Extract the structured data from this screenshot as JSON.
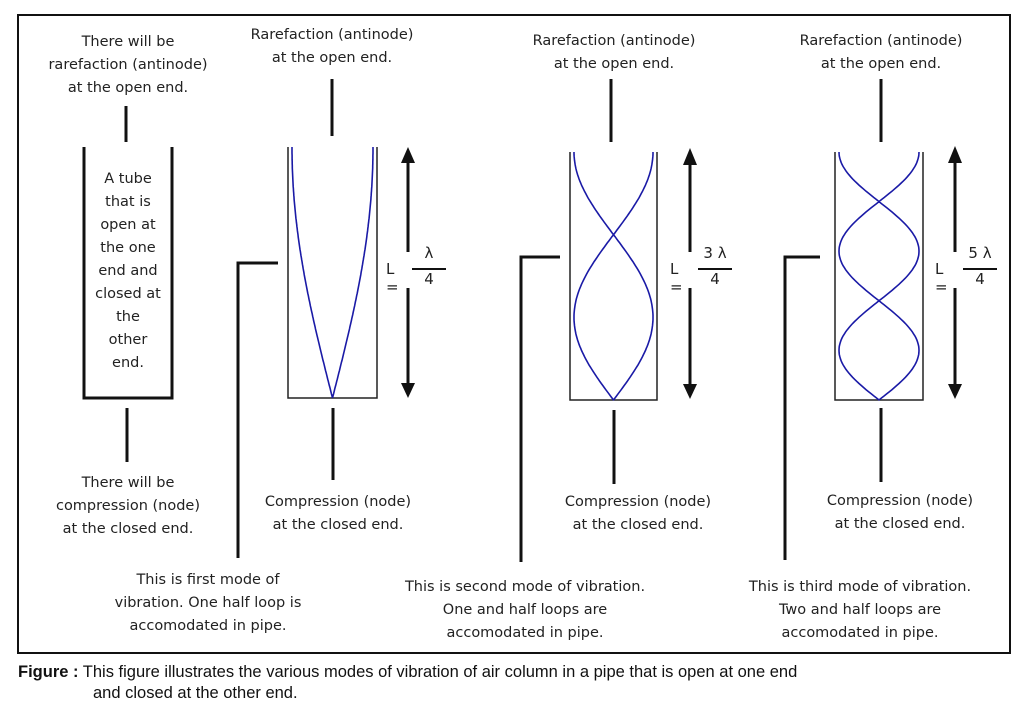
{
  "figure": {
    "colors": {
      "wave": "#1a1aa6",
      "line": "#111111",
      "text": "#222222"
    },
    "tube": {
      "description": "A tube\nthat is\nopen at\nthe one\nend and\nclosed at\nthe\nother\nend.",
      "top_label": "There will be\nrarefaction (antinode)\nat the open end.",
      "bottom_label": "There will be\ncompression (node)\nat the closed end."
    },
    "modes": [
      {
        "name": "first",
        "top_label": "Rarefaction (antinode)\nat the open end.",
        "bottom_label": "Compression (node)\nat the closed end.",
        "formula": {
          "lhs": "L =",
          "numerator": "λ",
          "denominator": "4"
        },
        "quarter_wavelengths": 1,
        "description": "This is first mode of\nvibration. One half loop is\naccomodated in pipe."
      },
      {
        "name": "second",
        "top_label": "Rarefaction (antinode)\nat the open end.",
        "bottom_label": "Compression (node)\nat the closed end.",
        "formula": {
          "lhs": "L =",
          "numerator": "3 λ",
          "denominator": "4"
        },
        "quarter_wavelengths": 3,
        "description": "This is second mode of vibration.\nOne and half loops are\naccomodated in pipe."
      },
      {
        "name": "third",
        "top_label": "Rarefaction (antinode)\nat the open end.",
        "bottom_label": "Compression (node)\nat the closed end.",
        "formula": {
          "lhs": "L =",
          "numerator": "5 λ",
          "denominator": "4"
        },
        "quarter_wavelengths": 5,
        "description": "This is third mode of vibration.\nTwo and half loops are\naccomodated in pipe."
      }
    ]
  },
  "caption": {
    "prefix": "Figure :",
    "line1": " This figure illustrates the various modes of vibration of air column in a pipe that is open at one end",
    "line2": "and closed at the other end."
  }
}
